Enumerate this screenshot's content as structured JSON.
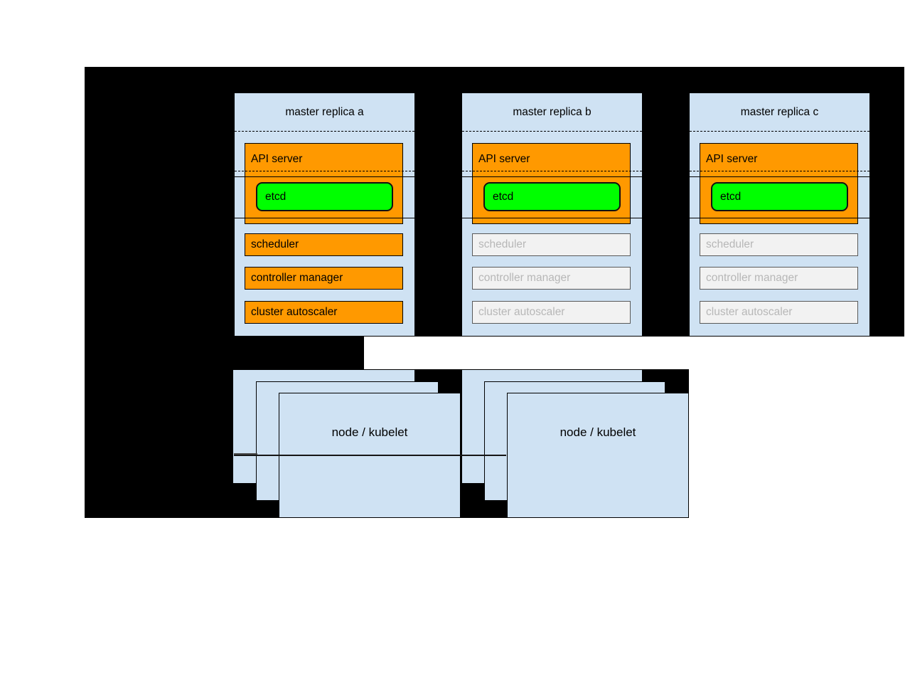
{
  "diagram": {
    "replicas": [
      {
        "title": "master replica a",
        "api_server_label": "API server",
        "etcd_label": "etcd",
        "components": [
          {
            "label": "scheduler",
            "state": "active"
          },
          {
            "label": "controller manager",
            "state": "active"
          },
          {
            "label": "cluster autoscaler",
            "state": "active"
          }
        ]
      },
      {
        "title": "master replica b",
        "api_server_label": "API server",
        "etcd_label": "etcd",
        "components": [
          {
            "label": "scheduler",
            "state": "inactive"
          },
          {
            "label": "controller manager",
            "state": "inactive"
          },
          {
            "label": "cluster autoscaler",
            "state": "inactive"
          }
        ]
      },
      {
        "title": "master replica c",
        "api_server_label": "API server",
        "etcd_label": "etcd",
        "components": [
          {
            "label": "scheduler",
            "state": "inactive"
          },
          {
            "label": "controller manager",
            "state": "inactive"
          },
          {
            "label": "cluster autoscaler",
            "state": "inactive"
          }
        ]
      }
    ],
    "nodes": [
      {
        "label": "node / kubelet"
      },
      {
        "label": "node / kubelet"
      }
    ],
    "colors": {
      "background": "#000000",
      "page": "#ffffff",
      "box_blue": "#cfe2f3",
      "active_orange": "#ff9900",
      "etcd_green": "#00ff00",
      "inactive_fill": "#f2f2f2",
      "inactive_border": "#595959",
      "inactive_text": "#b7b7b7"
    }
  }
}
